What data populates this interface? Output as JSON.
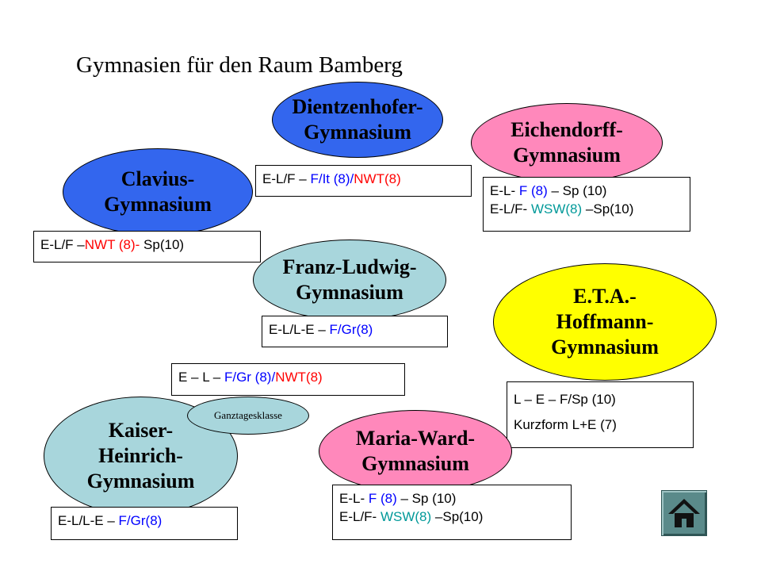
{
  "title": "Gymnasien für den Raum Bamberg",
  "colors": {
    "blue_school": "#3366ee",
    "pink_school": "#ff88bb",
    "teal_school": "#a8d6dc",
    "yellow_school": "#ffff00",
    "text_blue": "#0000ff",
    "text_red": "#ff0000",
    "text_teal": "#009999"
  },
  "schools": {
    "dientzenhofer": {
      "name": "Dientzenhofer-\nGymnasium",
      "line1": {
        "a": "E-L/F – ",
        "b": "F/It (8)",
        "c": "/",
        "d": "NWT(8)"
      }
    },
    "eichendorff": {
      "name": "Eichendorff-\nGymnasium",
      "line1": {
        "a": "E-L- ",
        "b": "F (8)",
        "c": " – Sp (10)"
      },
      "line2": {
        "a": "E-L/F- ",
        "b": "WSW(8)",
        "c": " –Sp(10)"
      }
    },
    "clavius": {
      "name": "Clavius-\nGymnasium",
      "line1": {
        "a": "E-L/F –",
        "b": "NWT (8)-",
        "c": " Sp(10)"
      }
    },
    "franz_ludwig": {
      "name": "Franz-Ludwig-\nGymnasium",
      "line1": {
        "a": "E-L/L-E – ",
        "b": "F/Gr(8)"
      }
    },
    "eta_hoffmann": {
      "name": "E.T.A.-\nHoffmann-\nGymnasium",
      "line1": "L – E – F/Sp (10)",
      "line2": "Kurzform L+E (7)"
    },
    "kaiser_heinrich": {
      "name": "Kaiser-\nHeinrich-\nGymnasium",
      "top_box": {
        "a": "E – L – ",
        "b": "F/Gr (8)",
        "c": "/",
        "d": "NWT(8)"
      },
      "badge": "Ganztagesklasse",
      "line1": {
        "a": "E-L/L-E – ",
        "b": "F/Gr(8)"
      }
    },
    "maria_ward": {
      "name": "Maria-Ward-\nGymnasium",
      "line1": {
        "a": "E-L- ",
        "b": "F (8)",
        "c": " – Sp (10)"
      },
      "line2": {
        "a": "E-L/F- ",
        "b": "WSW(8)",
        "c": " –Sp(10)"
      }
    }
  },
  "home_button_icon": "home-icon"
}
